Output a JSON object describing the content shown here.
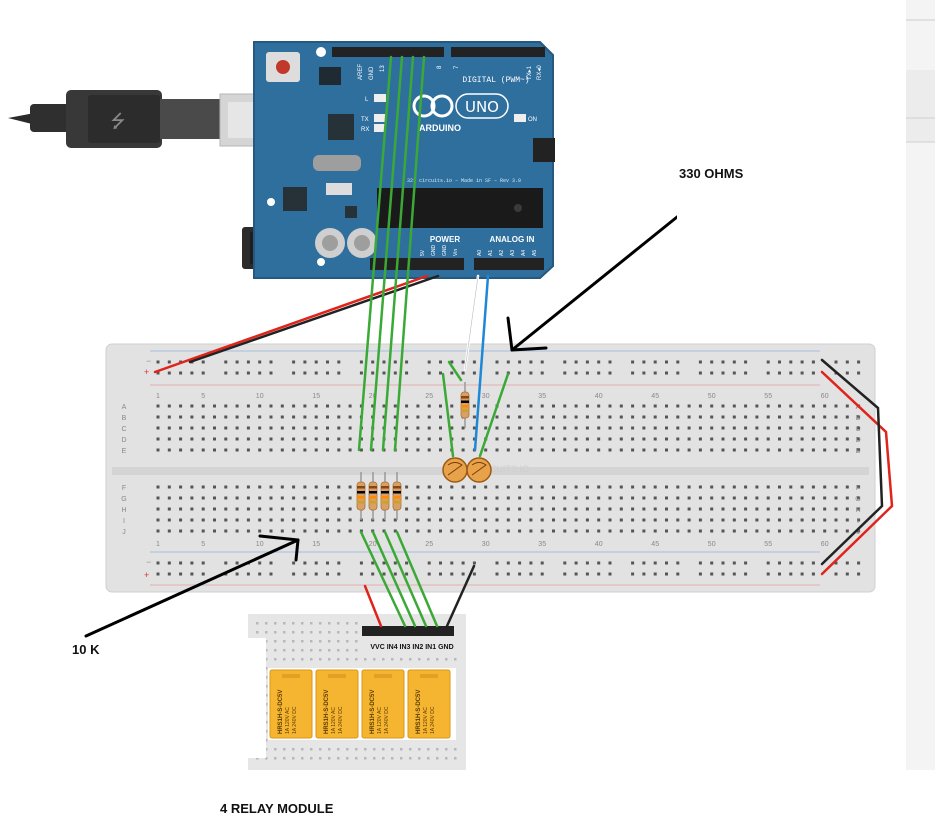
{
  "arduino": {
    "brand": "ARDUINO",
    "model": "UNO",
    "digital_header_label": "DIGITAL (PWM~)",
    "power_label": "POWER",
    "analog_label": "ANALOG IN",
    "on_label": "ON",
    "tx_label": "TX",
    "rx_label": "RX",
    "l_label": "L",
    "aref_label": "AREF",
    "gnd_label": "GND",
    "pin_13": "13",
    "pin_8": "8",
    "pin_7": "7",
    "pin_tx": "TX▸1",
    "pin_rx": "RX◂0",
    "power_pins": [
      "5V",
      "GND",
      "GND",
      "Vin"
    ],
    "analog_pins": [
      "A0",
      "A1",
      "A2",
      "A3",
      "A4",
      "A5"
    ],
    "credit": "321 circuits.io – Made in SF – Rev 3.0"
  },
  "breadboard": {
    "column_numbers": [
      "1",
      "5",
      "10",
      "15",
      "20",
      "25",
      "30",
      "35",
      "40",
      "45",
      "50",
      "55",
      "60"
    ],
    "row_letters_top": [
      "A",
      "B",
      "C",
      "D",
      "E"
    ],
    "row_letters_bottom": [
      "F",
      "G",
      "H",
      "I",
      "J"
    ],
    "watermark": "CUITS.IO"
  },
  "relay_module": {
    "pin_labels": "VVC IN4 IN3 IN2 IN1 GND",
    "relay_text": [
      "HRS1H-S-DC5V",
      "1A 120V AC",
      "1A 240V DC"
    ]
  },
  "annotations": {
    "resistor_330_label": "330 OHMS",
    "resistor_10k_label": "10 K",
    "relay_module_label": "4 RELAY MODULE"
  },
  "colors": {
    "board_blue": "#2f6f9e",
    "wire_green": "#3aa935",
    "wire_red": "#e0231b",
    "wire_black": "#222222",
    "wire_blue": "#1e88d6",
    "relay_yellow": "#f5b531"
  }
}
